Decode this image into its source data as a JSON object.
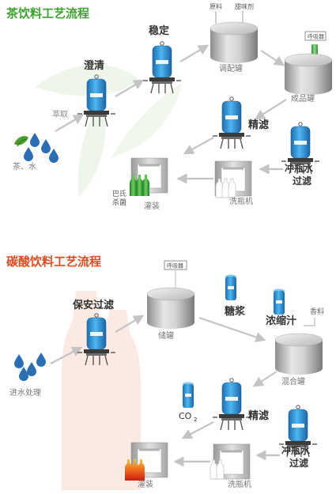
{
  "tea": {
    "title": "茶饮料工艺流程",
    "ingredients": "茶、水",
    "extract": "萃取",
    "clarify": "澄清",
    "stabilize": "稳定",
    "raw_material": "原料",
    "sweetener": "甜味剂",
    "mixing_tank": "调配罐",
    "breather": "呼吸器",
    "product_tank": "成品罐",
    "fine_filter": "精滤",
    "rinse_filter_1": "冲瓶水",
    "rinse_filter_2": "过滤",
    "bottle_washer": "洗瓶机",
    "filling": "灌装",
    "pasteurize_1": "巴氏",
    "pasteurize_2": "杀菌"
  },
  "carb": {
    "title": "碳酸饮料工艺流程",
    "breather": "呼吸器",
    "safety_filter": "保安过滤",
    "water_in": "进水处理",
    "storage_tank": "储罐",
    "syrup": "糖浆",
    "concentrate": "浓缩汁",
    "flavor": "香料",
    "mixing_tank": "混合罐",
    "co2": "CO",
    "co2_sub": "2",
    "fine_filter": "精滤",
    "rinse_filter_1": "冲瓶水",
    "rinse_filter_2": "过滤",
    "bottle_washer": "洗瓶机",
    "filling": "灌装"
  },
  "colors": {
    "tea_title": "#3ea232",
    "carb_title": "#e34a1e",
    "filter_blue": "#2a8fd4",
    "arrow_gray": "#c9c9c9",
    "water_drop": "#2570b8"
  }
}
